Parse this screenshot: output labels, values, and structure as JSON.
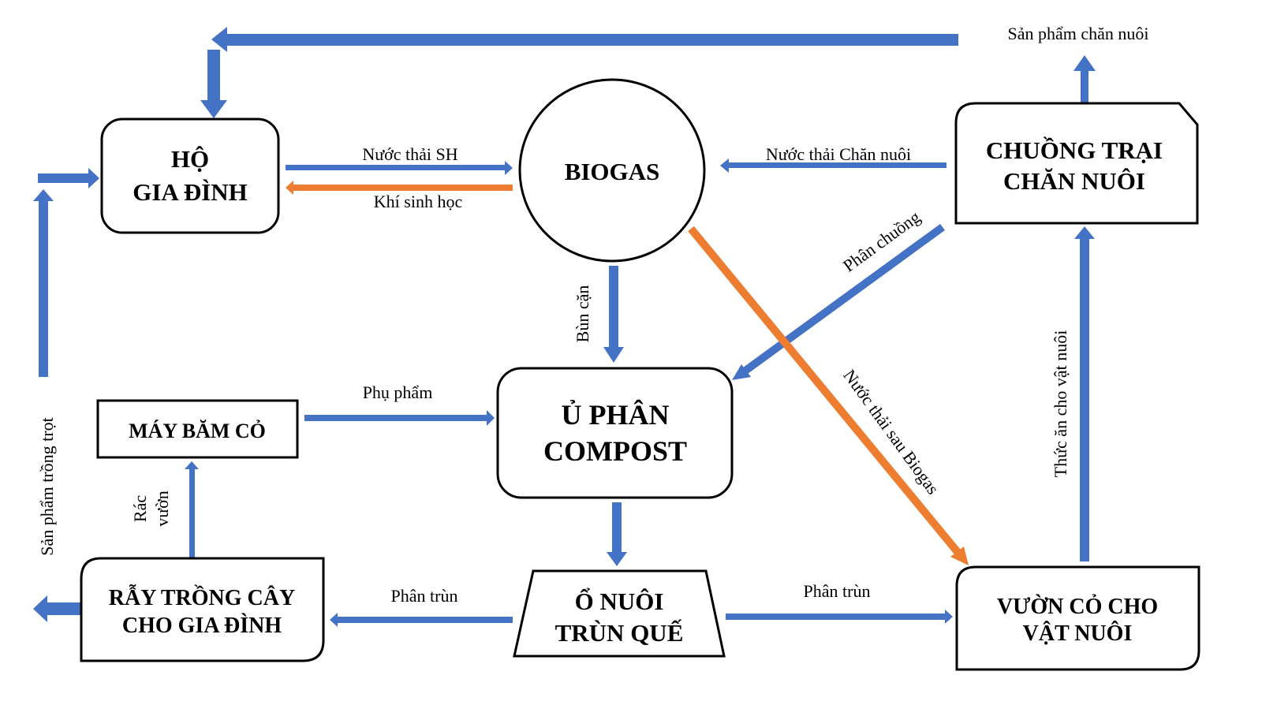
{
  "colors": {
    "blue": "#4472C4",
    "orange": "#ED7D31",
    "outline": "#000000",
    "background": "#FFFFFF"
  },
  "nodes": {
    "ho_gia_dinh": {
      "lines": [
        "HỘ",
        "GIA ĐÌNH"
      ],
      "shape": "rounded-rect"
    },
    "biogas": {
      "lines": [
        "BIOGAS"
      ],
      "shape": "circle"
    },
    "chuong_trai": {
      "lines": [
        "CHUỒNG TRẠI",
        "CHĂN NUÔI"
      ],
      "shape": "snipped-rect"
    },
    "may_bam_co": {
      "lines": [
        "MÁY BĂM CỎ"
      ],
      "shape": "rect"
    },
    "u_phan": {
      "lines": [
        "Ủ PHÂN",
        "COMPOST"
      ],
      "shape": "rounded-rect"
    },
    "ray_trong_cay": {
      "lines": [
        "RẪY TRỒNG CÂY",
        "CHO GIA ĐÌNH"
      ],
      "shape": "round-diag-rect"
    },
    "o_nuoi_trun": {
      "lines": [
        "Ổ NUÔI",
        "TRÙN QUẾ"
      ],
      "shape": "trapezoid"
    },
    "vuon_co": {
      "lines": [
        "VƯỜN CỎ CHO",
        "VẬT NUÔI"
      ],
      "shape": "round-diag-rect"
    }
  },
  "edges": [
    {
      "id": "san-pham-chan-nuoi",
      "label": "Sản phẩm chăn nuôi",
      "from": "chuong_trai",
      "to": "ho_gia_dinh",
      "color": "blue"
    },
    {
      "id": "nuoc-thai-sh",
      "label": "Nước thải SH",
      "from": "ho_gia_dinh",
      "to": "biogas",
      "color": "blue"
    },
    {
      "id": "khi-sinh-hoc",
      "label": "Khí sinh học",
      "from": "biogas",
      "to": "ho_gia_dinh",
      "color": "orange"
    },
    {
      "id": "nuoc-thai-chan-nuoi",
      "label": "Nước thải Chăn nuôi",
      "from": "chuong_trai",
      "to": "biogas",
      "color": "blue"
    },
    {
      "id": "phan-chuong",
      "label": "Phân chuồng",
      "from": "chuong_trai",
      "to": "u_phan",
      "color": "blue"
    },
    {
      "id": "bun-can",
      "label": "Bùn cặn",
      "from": "biogas",
      "to": "u_phan",
      "color": "blue"
    },
    {
      "id": "nuoc-thai-sau-biogas",
      "label": "Nước thải sau Biogas",
      "from": "biogas",
      "to": "vuon_co",
      "color": "orange"
    },
    {
      "id": "phu-pham",
      "label": "Phụ phẩm",
      "from": "may_bam_co",
      "to": "u_phan",
      "color": "blue"
    },
    {
      "id": "rac-vuon",
      "label_lines": [
        "Rác",
        "vườn"
      ],
      "from": "ray_trong_cay",
      "to": "may_bam_co",
      "color": "blue"
    },
    {
      "id": "san-pham-trong-trot",
      "label": "Sản phẩm trồng trọt",
      "from": "ray_trong_cay",
      "to": "ho_gia_dinh",
      "color": "blue"
    },
    {
      "id": "u-phan-to-trun",
      "label": "",
      "from": "u_phan",
      "to": "o_nuoi_trun",
      "color": "blue"
    },
    {
      "id": "phan-trun-left",
      "label": "Phân trùn",
      "from": "o_nuoi_trun",
      "to": "ray_trong_cay",
      "color": "blue"
    },
    {
      "id": "phan-trun-right",
      "label": "Phân trùn",
      "from": "o_nuoi_trun",
      "to": "vuon_co",
      "color": "blue"
    },
    {
      "id": "thuc-an-cho-vat-nuoi",
      "label": "Thức ăn cho vật nuôi",
      "from": "vuon_co",
      "to": "chuong_trai",
      "color": "blue"
    }
  ]
}
